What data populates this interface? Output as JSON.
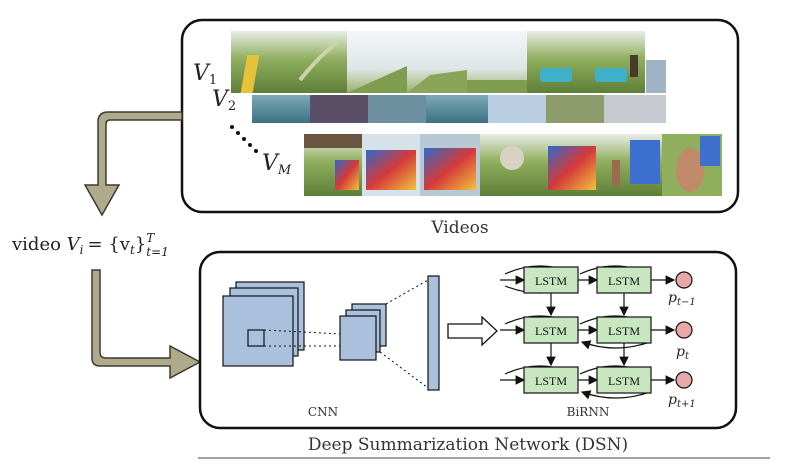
{
  "videos_panel": {
    "caption": "Videos",
    "labels": [
      {
        "base": "V",
        "sub": "1"
      },
      {
        "base": "V",
        "sub": "2"
      },
      {
        "base": "V",
        "sub": "M"
      }
    ]
  },
  "flow": {
    "video_label_text": "video ",
    "video_label_var": "V",
    "video_label_sub": "i",
    "video_label_set": "= {v",
    "video_label_set_sub": "t",
    "video_label_close": "}",
    "video_label_sup": "T",
    "video_label_lower": "t=1"
  },
  "dsn_panel": {
    "caption": "Deep Summarization Network (DSN)",
    "cnn_label": "CNN",
    "birnn_label": "BiRNN",
    "lstm_label": "LSTM",
    "outputs": [
      {
        "base": "p",
        "sub": "t−1"
      },
      {
        "base": "p",
        "sub": "t"
      },
      {
        "base": "p",
        "sub": "t+1"
      }
    ]
  },
  "colors": {
    "arrow_fill": "#b0aa8c",
    "cnn_blue": "#a9c1dd",
    "lstm_green": "#c8e7c0",
    "output_pink": "#e9a8a8"
  }
}
